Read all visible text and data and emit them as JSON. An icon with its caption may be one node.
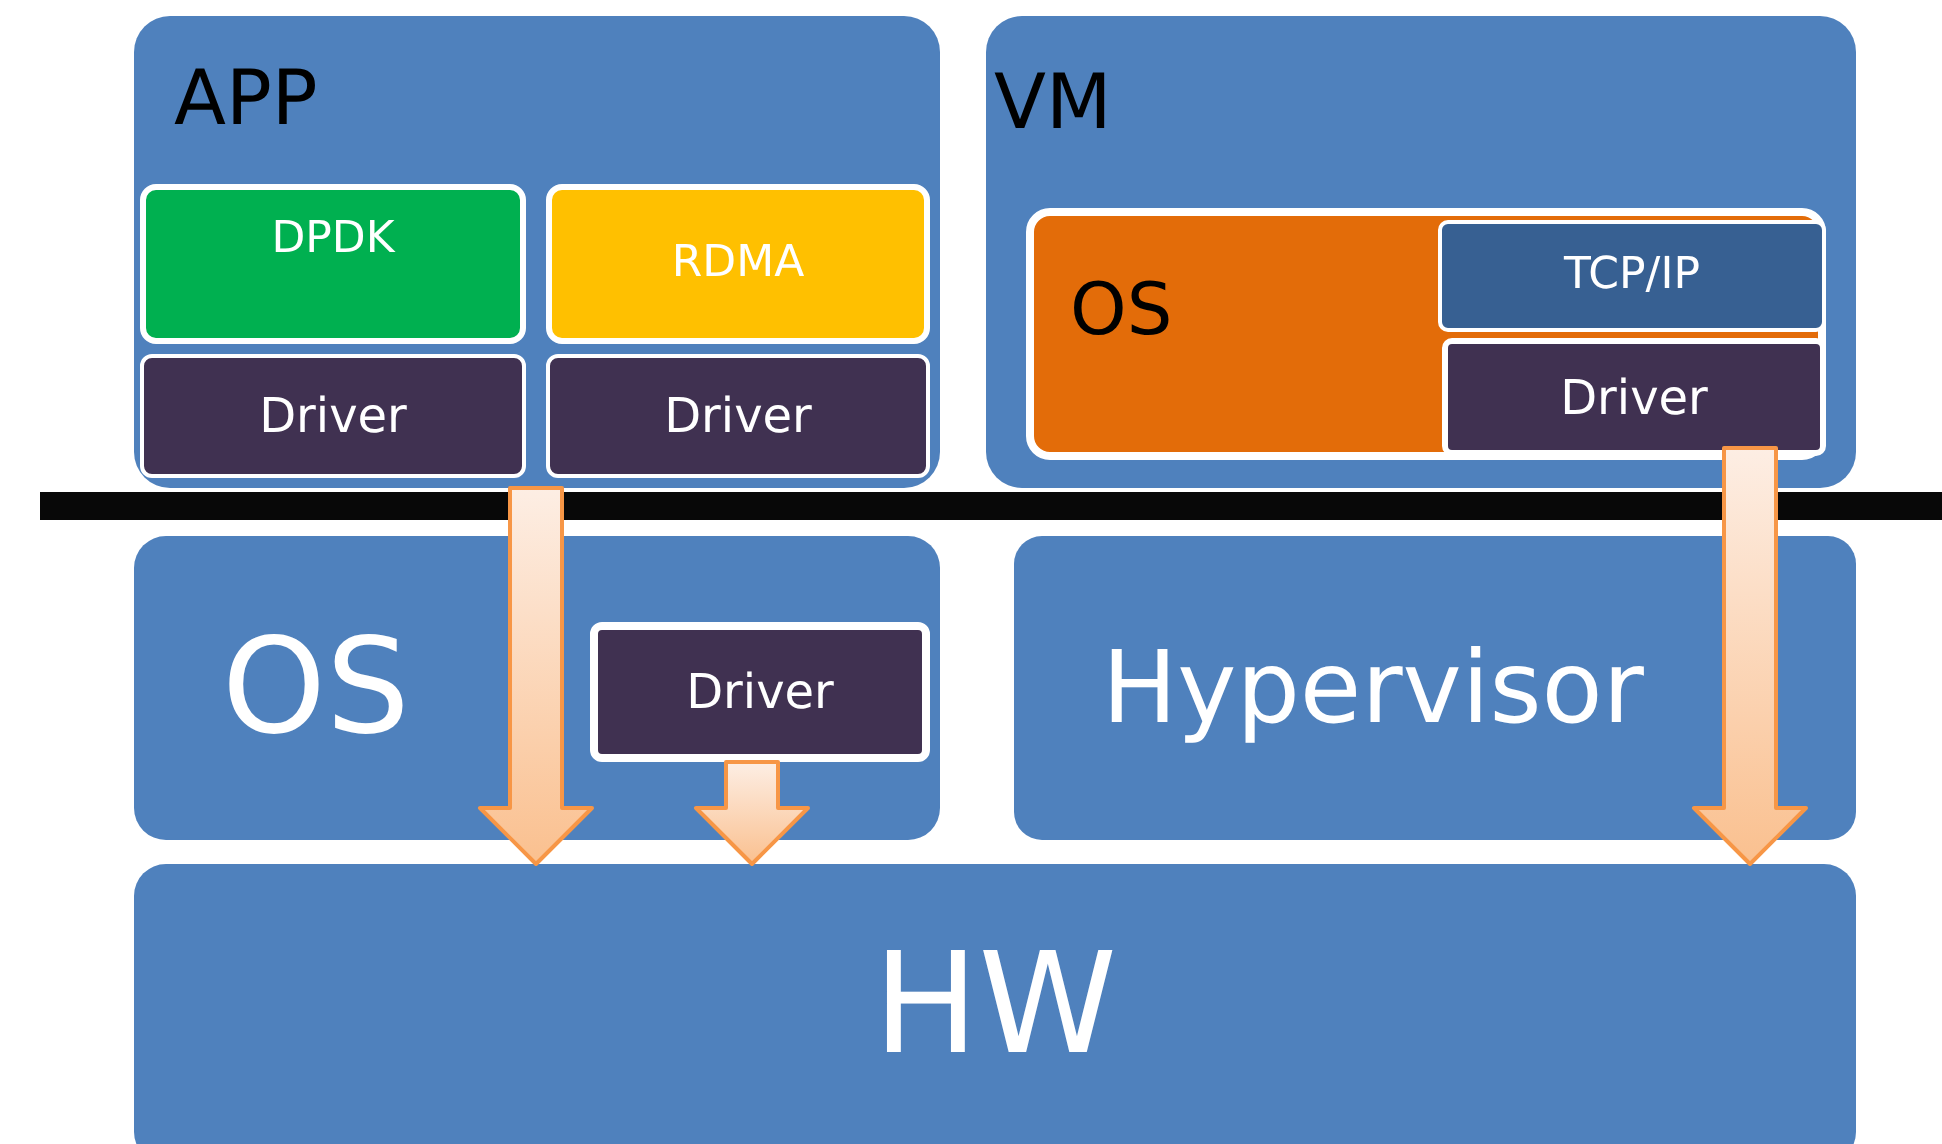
{
  "diagram": {
    "nodes": [
      {
        "text": [
          "APP"
        ]
      },
      {
        "text": [
          "DPDK"
        ],
        "in": 0
      },
      {
        "text": [
          "RDMA"
        ],
        "in": 0
      },
      {
        "text": [
          "Driver"
        ],
        "in": 0
      },
      {
        "text": [
          "Driver"
        ],
        "in": 0
      },
      {
        "text": [
          "VM"
        ]
      },
      {
        "text": [
          "OS"
        ],
        "in": 5
      },
      {
        "text": [
          "TCP/IP"
        ],
        "in": 6
      },
      {
        "text": [
          "Driver"
        ],
        "in": 6
      },
      {
        "text": [],
        "shape": "bar"
      },
      {
        "text": [
          "OS"
        ]
      },
      {
        "text": [
          "Driver"
        ],
        "in": 10
      },
      {
        "text": [
          "Hypervisor"
        ]
      },
      {
        "text": [
          "HW"
        ]
      }
    ],
    "edges": [
      {
        "from": 0,
        "to": 13,
        "arrow": "to"
      },
      {
        "from": 11,
        "to": 13,
        "arrow": "to"
      },
      {
        "from": 8,
        "to": 13,
        "arrow": "to"
      }
    ]
  }
}
